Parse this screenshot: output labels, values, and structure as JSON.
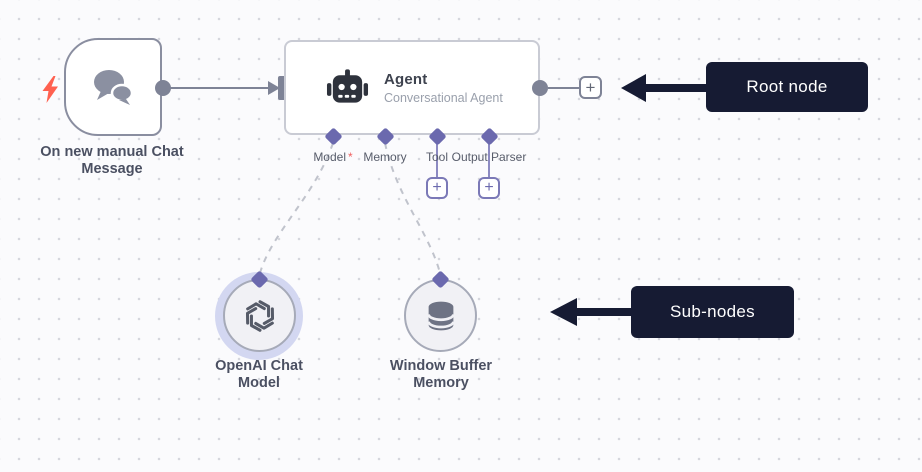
{
  "workflow": {
    "trigger": {
      "label": "On new manual Chat Message"
    },
    "agent": {
      "title": "Agent",
      "subtitle": "Conversational Agent",
      "required_marker": "*",
      "ports": [
        {
          "label": "Model",
          "required": true
        },
        {
          "label": "Memory",
          "required": false
        },
        {
          "label": "Tool",
          "required": false
        },
        {
          "label": "Output Parser",
          "required": false
        }
      ]
    },
    "subnodes": [
      {
        "label": "OpenAI Chat Model"
      },
      {
        "label": "Window Buffer Memory"
      }
    ]
  },
  "annotations": {
    "root_label": "Root node",
    "subnodes_label": "Sub-nodes"
  },
  "ui": {
    "plus": "+"
  },
  "icons": {
    "trigger_badge": "lightning-bolt-icon",
    "trigger_node": "chat-bubbles-icon",
    "agent_node": "robot-icon",
    "openai_node": "openai-logo-icon",
    "memory_node": "database-icon",
    "add_buttons": "plus-icon",
    "annotation_arrows": "arrow-left-icon"
  },
  "colors": {
    "canvas_bg": "#fbfbfd",
    "grid_dot": "#d6d7de",
    "connector_gray": "#7e8396",
    "port_purple": "#6b69ae",
    "annotation_bg": "#161b33",
    "bolt_red": "#ff6150",
    "required_red": "#f05f5f",
    "node_border": "#c9cbd4",
    "trigger_border": "#8a8ea0"
  }
}
